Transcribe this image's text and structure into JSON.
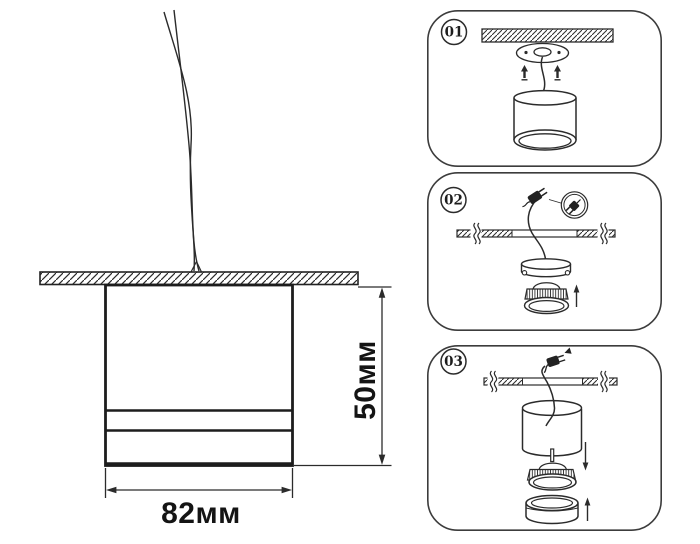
{
  "diagram": {
    "height_label": "50мм",
    "width_label": "82мм"
  },
  "steps": [
    {
      "number": "01"
    },
    {
      "number": "02"
    },
    {
      "number": "03"
    }
  ],
  "icons": {
    "screw_up_arrow": "▲",
    "up_arrow": "↑",
    "down_arrow": "↓",
    "power_plug_connector": "plug",
    "detail_magnifier_circle": "◎",
    "ceiling_hatch": "////",
    "break_mark": "S-squiggle"
  },
  "colors": {
    "line": "#2b2b2b",
    "text": "#141414",
    "panel_border": "#3c3c3c",
    "background": "#ffffff"
  }
}
